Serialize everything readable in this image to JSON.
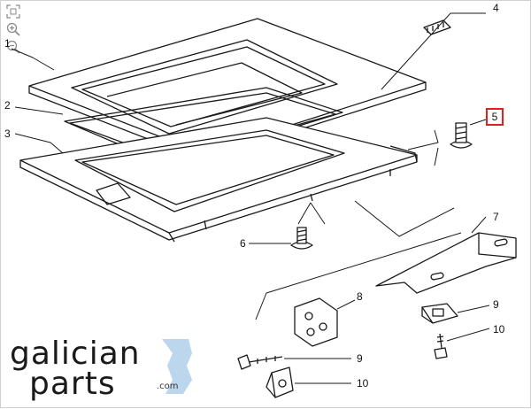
{
  "diagram": {
    "callouts": [
      "1",
      "2",
      "3",
      "4",
      "5",
      "6",
      "7",
      "8",
      "9",
      "10",
      "9",
      "10"
    ],
    "highlighted_callout": "5",
    "highlight_color": "#dd2222"
  },
  "toolbar": {
    "fit_icon": "fit-screen-icon",
    "zoom_in_icon": "zoom-in-icon",
    "zoom_out_icon": "zoom-out-icon"
  },
  "brand": {
    "line1": "galician",
    "line2": "parts",
    "suffix": ".com"
  }
}
